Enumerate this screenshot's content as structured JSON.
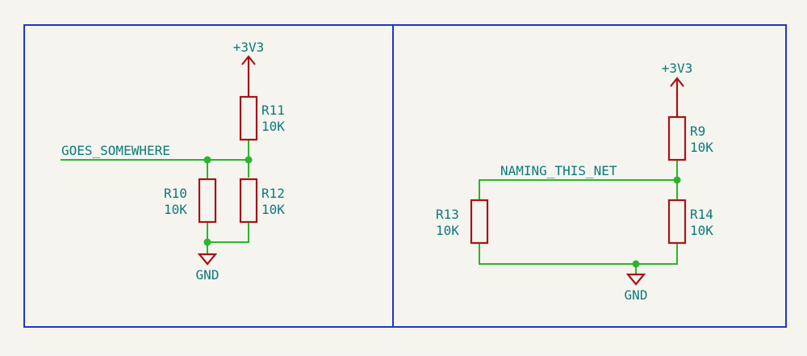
{
  "colors": {
    "background": "#f5f4ef",
    "frame": "#1f36c8",
    "wire": "#2bb52b",
    "component": "#a31515",
    "label": "#0d7a7a"
  },
  "sheet_left": {
    "power_label": "+3V3",
    "ground_label": "GND",
    "net_label": "GOES_SOMEWHERE",
    "resistors": [
      {
        "ref": "R11",
        "value": "10K"
      },
      {
        "ref": "R10",
        "value": "10K"
      },
      {
        "ref": "R12",
        "value": "10K"
      }
    ]
  },
  "sheet_right": {
    "power_label": "+3V3",
    "ground_label": "GND",
    "net_label": "NAMING_THIS_NET",
    "resistors": [
      {
        "ref": "R9",
        "value": "10K"
      },
      {
        "ref": "R13",
        "value": "10K"
      },
      {
        "ref": "R14",
        "value": "10K"
      }
    ]
  }
}
